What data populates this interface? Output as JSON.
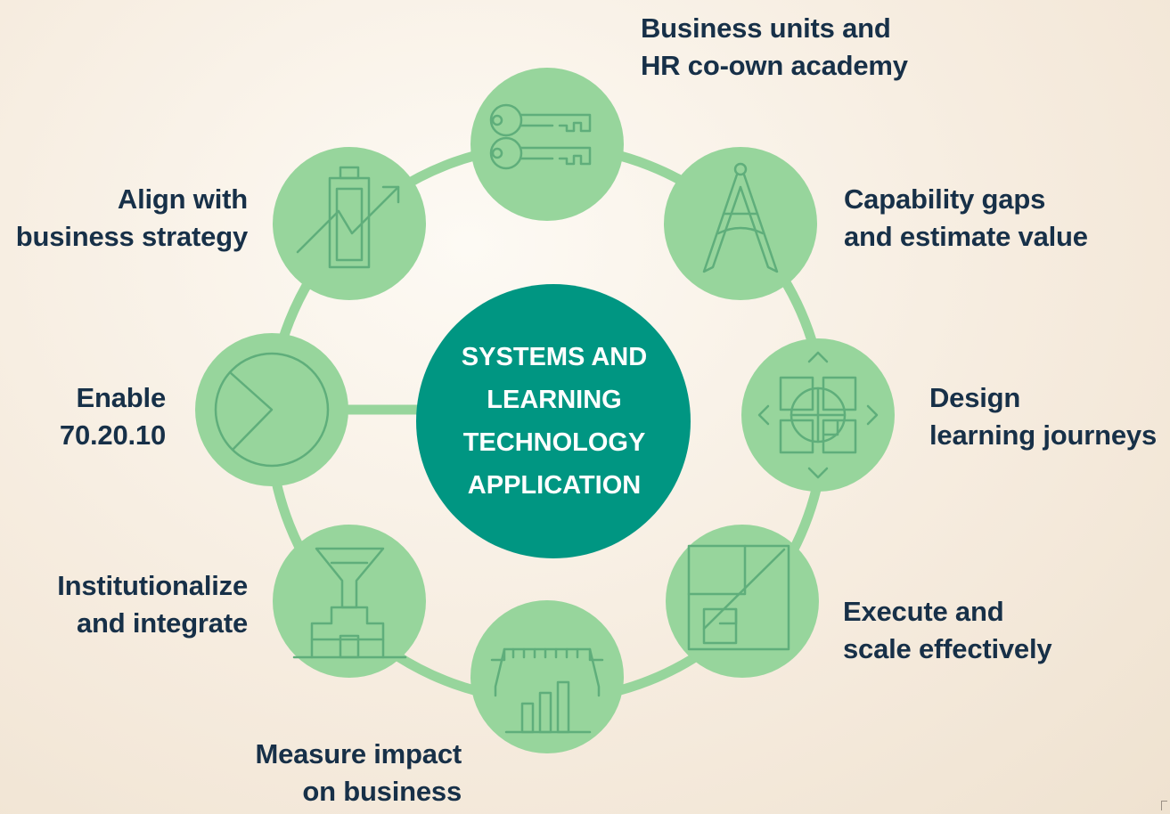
{
  "colors": {
    "ring": "#97d59c",
    "node_fill": "#97d59c",
    "icon_stroke": "#5fae7b",
    "center_fill": "#009682",
    "label_text": "#173048",
    "center_text": "#ffffff"
  },
  "center": {
    "label": "SYSTEMS AND\nLEARNING\nTECHNOLOGY\nAPPLICATION"
  },
  "nodes": [
    {
      "id": "academy",
      "icon": "keys-icon",
      "label": "Business units and\nHR co-own academy"
    },
    {
      "id": "capability",
      "icon": "compass-icon",
      "label": "Capability gaps\nand estimate value"
    },
    {
      "id": "design",
      "icon": "crosshair-arrows-icon",
      "label": "Design\nlearning journeys"
    },
    {
      "id": "execute",
      "icon": "scale-up-icon",
      "label": "Execute and\nscale effectively"
    },
    {
      "id": "measure",
      "icon": "ruler-bars-icon",
      "label": "Measure impact\non business"
    },
    {
      "id": "institutionalize",
      "icon": "funnel-pyramid-icon",
      "label": "Institutionalize\nand integrate"
    },
    {
      "id": "enable",
      "icon": "pie-chart-icon",
      "label": "Enable\n70.20.10"
    },
    {
      "id": "align",
      "icon": "battery-growth-icon",
      "label": "Align with\nbusiness strategy"
    }
  ]
}
